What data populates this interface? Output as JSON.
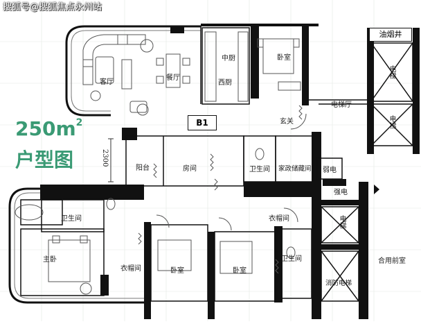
{
  "watermark": "搜狐号@搜狐焦点永州站",
  "area": {
    "value": "250m",
    "unit_sup": "2"
  },
  "plan_type": "户型图",
  "unit_label": "B1",
  "dimension": "2300",
  "rooms": {
    "living": "客厅",
    "dining": "餐厅",
    "kitchen_cn": "中厨",
    "kitchen_west": "西厨",
    "bedroom_top": "卧室",
    "elevator_hall": "电梯厅",
    "foyer": "玄关",
    "elevator_1": "电梯",
    "elevator_2": "电梯",
    "elevator_3": "电梯",
    "exhaust_shaft": "油烟井",
    "balcony": "阳台",
    "room": "房间",
    "bath_mid": "卫生间",
    "storage": "家政储藏间",
    "weak_current": "弱电",
    "strong_current": "强电",
    "bath_master": "卫生间",
    "closet_right": "衣帽间",
    "master_bedroom": "主卧",
    "closet_master": "衣帽间",
    "bedroom_2": "卧室",
    "bedroom_3": "卧室",
    "bath_right": "卫生间",
    "fire_elevator": "消防电梯",
    "public_corridor": "合用前室"
  },
  "colors": {
    "wall": "#111111",
    "fixture": "#555555",
    "grid": "#e3e8e3",
    "accent_green": "#3a9a74"
  }
}
